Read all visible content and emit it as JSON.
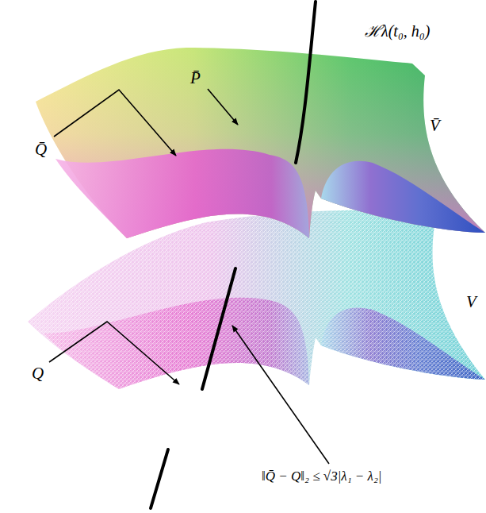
{
  "diagram": {
    "labels": [
      "ℋλ(t₀, h₀)",
      "P̄",
      "Q̄",
      "V̄",
      "Q",
      "V",
      "‖Q̄ − Q‖₂ ≤ √3|λ₁ − λ₂|"
    ]
  }
}
